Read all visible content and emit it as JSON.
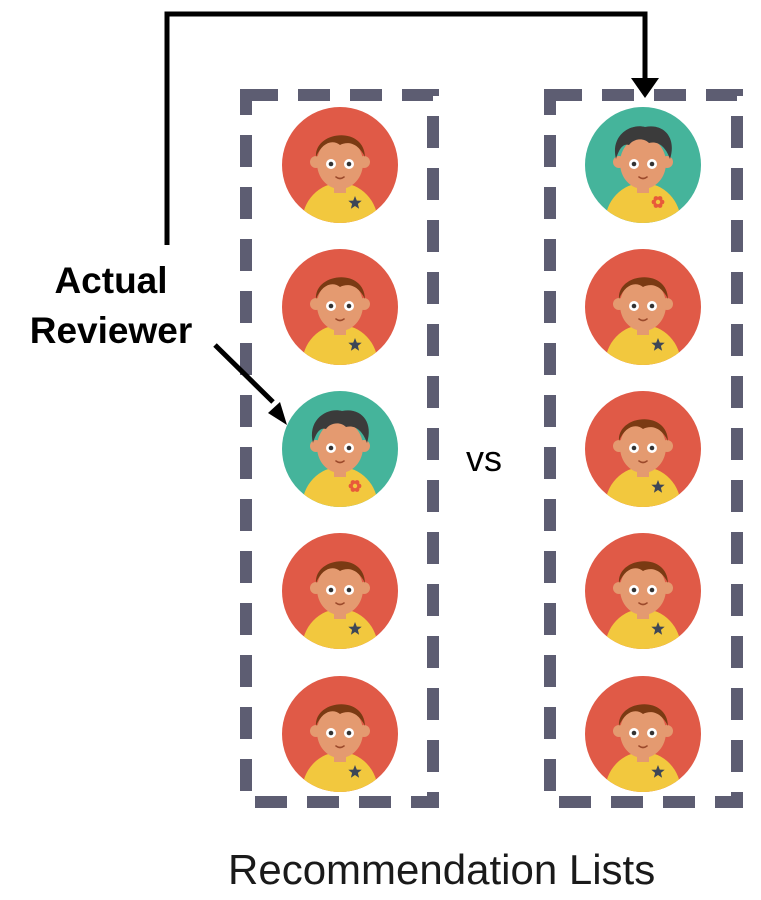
{
  "actual_label": {
    "line1": "Actual",
    "line2": "Reviewer"
  },
  "vs_label": "vs",
  "caption": "Recommendation Lists",
  "colors": {
    "frame": "#5d5d72",
    "line": "#000000",
    "red_bg": "#e05a47",
    "teal_bg": "#45b49b",
    "skin": "#e49a70",
    "shirt": "#f2c83e",
    "hair_brown": "#7a3a13",
    "hair_dark": "#3b3b3b",
    "star": "#3d4657",
    "flower": "#e85a3a"
  },
  "lists": [
    {
      "name": "left-list",
      "reviewers": [
        "red-star",
        "red-star",
        "teal-flower",
        "red-star",
        "red-star"
      ]
    },
    {
      "name": "right-list",
      "reviewers": [
        "teal-flower",
        "red-star",
        "red-star",
        "red-star",
        "red-star"
      ]
    }
  ]
}
